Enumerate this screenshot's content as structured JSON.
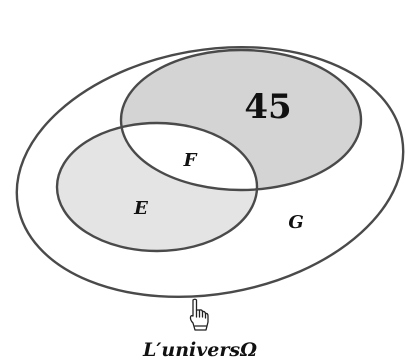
{
  "diagram": {
    "sets": {
      "big_region_value": "45",
      "f_label": "F",
      "e_label": "E",
      "g_label": "G"
    },
    "universe_label": "L′universΩ",
    "icon": "pointing-hand-icon",
    "colors": {
      "outline": "#4a4a4a",
      "upper_set_fill": "#d4d4d4",
      "lower_set_fill": "#e4e4e4",
      "intersection_fill": "#ffffff",
      "background": "#ffffff"
    }
  }
}
